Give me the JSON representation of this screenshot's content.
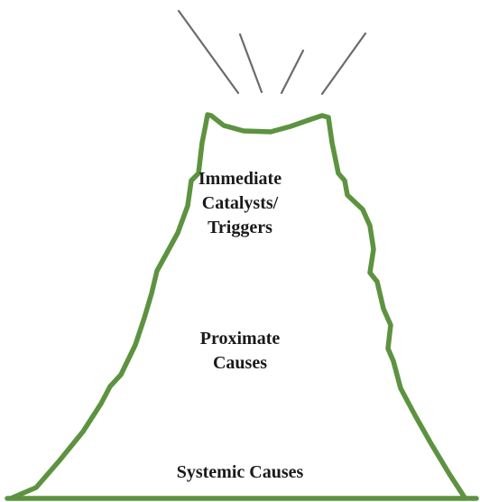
{
  "diagram": {
    "colors": {
      "outline": "#5d9340",
      "rays": "#6b6b6b",
      "text": "#1a1a1a",
      "background": "#ffffff"
    },
    "layers": [
      {
        "key": "triggers",
        "label": "Immediate\nCatalysts/\nTriggers"
      },
      {
        "key": "proximate",
        "label": "Proximate\nCauses"
      },
      {
        "key": "systemic",
        "label": "Systemic Causes"
      }
    ]
  }
}
